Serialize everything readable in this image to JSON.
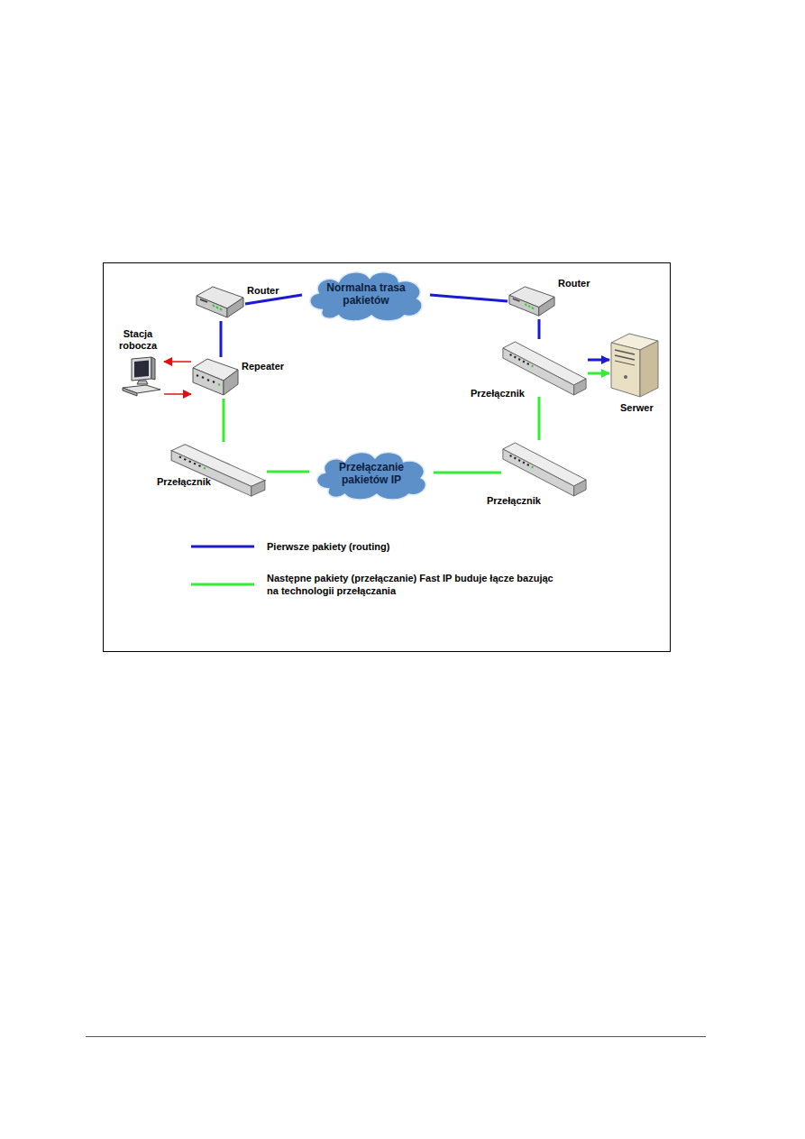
{
  "diagram": {
    "nodes": [
      {
        "text": [
          "Router"
        ]
      },
      {
        "text": [
          "Normalna trasa pakietów"
        ]
      },
      {
        "text": [
          "Router"
        ]
      },
      {
        "text": [
          "Stacja robocza"
        ]
      },
      {
        "text": [
          "Repeater"
        ]
      },
      {
        "text": [
          "Przełącznik"
        ]
      },
      {
        "text": [
          "Serwer"
        ]
      },
      {
        "text": [
          "Przełącznik"
        ]
      },
      {
        "text": [
          "Przełączanie pakietów IP"
        ]
      },
      {
        "text": [
          "Przełącznik"
        ]
      }
    ],
    "edges": [
      {
        "from": 0,
        "to": 1,
        "arrow": "none"
      },
      {
        "from": 1,
        "to": 2,
        "arrow": "none"
      },
      {
        "from": 0,
        "to": 4,
        "arrow": "none"
      },
      {
        "from": 2,
        "to": 5,
        "arrow": "none"
      },
      {
        "from": 5,
        "to": 6,
        "arrow": "to"
      },
      {
        "from": 5,
        "to": 6,
        "arrow": "to"
      },
      {
        "from": 4,
        "to": 7,
        "arrow": "none"
      },
      {
        "from": 7,
        "to": 8,
        "arrow": "none"
      },
      {
        "from": 8,
        "to": 9,
        "arrow": "none"
      },
      {
        "from": 9,
        "to": 5,
        "arrow": "none"
      },
      {
        "from": 4,
        "to": 3,
        "arrow": "to"
      },
      {
        "from": 3,
        "to": 4,
        "arrow": "to"
      }
    ],
    "legend": [
      {
        "text": "Pierwsze pakiety (routing)"
      },
      {
        "text": "Następne pakiety (przełączanie) Fast IP buduje łącze bazując na technologii przełączania"
      }
    ]
  }
}
